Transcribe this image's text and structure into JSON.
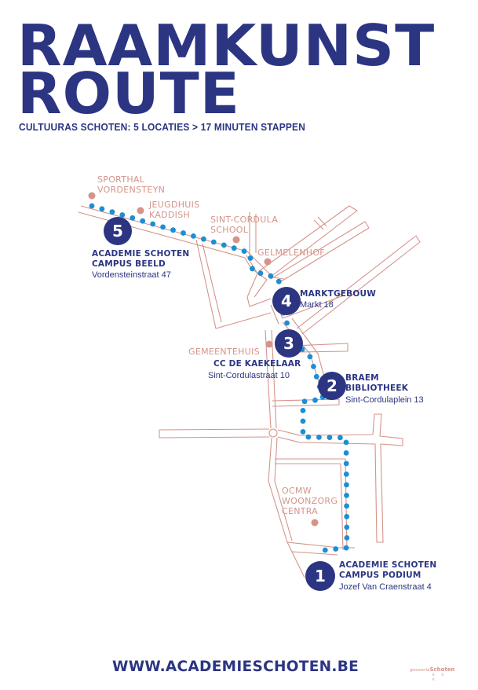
{
  "header": {
    "title_line1": "RAAMKUNST",
    "title_line2": "ROUTE",
    "subtitle": "CULTUURAS SCHOTEN: 5 LOCATIES > 17 MINUTEN STAPPEN"
  },
  "colors": {
    "brand_blue": "#2b3582",
    "street": "#d4948a",
    "route": "#1a8fd6"
  },
  "points_of_interest": [
    {
      "label": "SPORTHAL\nVORDENSTEYN",
      "line1": "SPORTHAL",
      "line2": "VORDENSTEYN"
    },
    {
      "label": "JEUGDHUIS\nKADDISH",
      "line1": "JEUGDHUIS",
      "line2": "KADDISH"
    },
    {
      "label": "SINT-CORDULA\nSCHOOL",
      "line1": "SINT-CORDULA",
      "line2": "SCHOOL"
    },
    {
      "label": "GELMELENHOF",
      "line1": "GELMELENHOF"
    },
    {
      "label": "GEMEENTEHUIS",
      "line1": "GEMEENTEHUIS"
    },
    {
      "label": "OCMW\nWOONZORG\nCENTRA",
      "line1": "OCMW",
      "line2": "WOONZORG",
      "line3": "CENTRA"
    }
  ],
  "stops": [
    {
      "number": "1",
      "name_line1": "ACADEMIE SCHOTEN",
      "name_line2": "CAMPUS PODIUM",
      "address": "Jozef Van Craenstraat 4"
    },
    {
      "number": "2",
      "name_line1": "BRAEM",
      "name_line2": "BIBLIOTHEEK",
      "address": "Sint-Cordulaplein 13"
    },
    {
      "number": "3",
      "name_line1": "CC DE KAEKELAAR",
      "address": "Sint-Cordulastraat 10"
    },
    {
      "number": "4",
      "name_line1": "MARKTGEBOUW",
      "address": "Markt 18"
    },
    {
      "number": "5",
      "name_line1": "ACADEMIE SCHOTEN",
      "name_line2": "CAMPUS BEELD",
      "address": "Vordensteinstraat 47"
    }
  ],
  "footer": {
    "url": "WWW.ACADEMIESCHOTEN.BE",
    "logo_prefix": "gemeente",
    "logo_name": "Schoten",
    "logo_mark": "× × ×"
  }
}
